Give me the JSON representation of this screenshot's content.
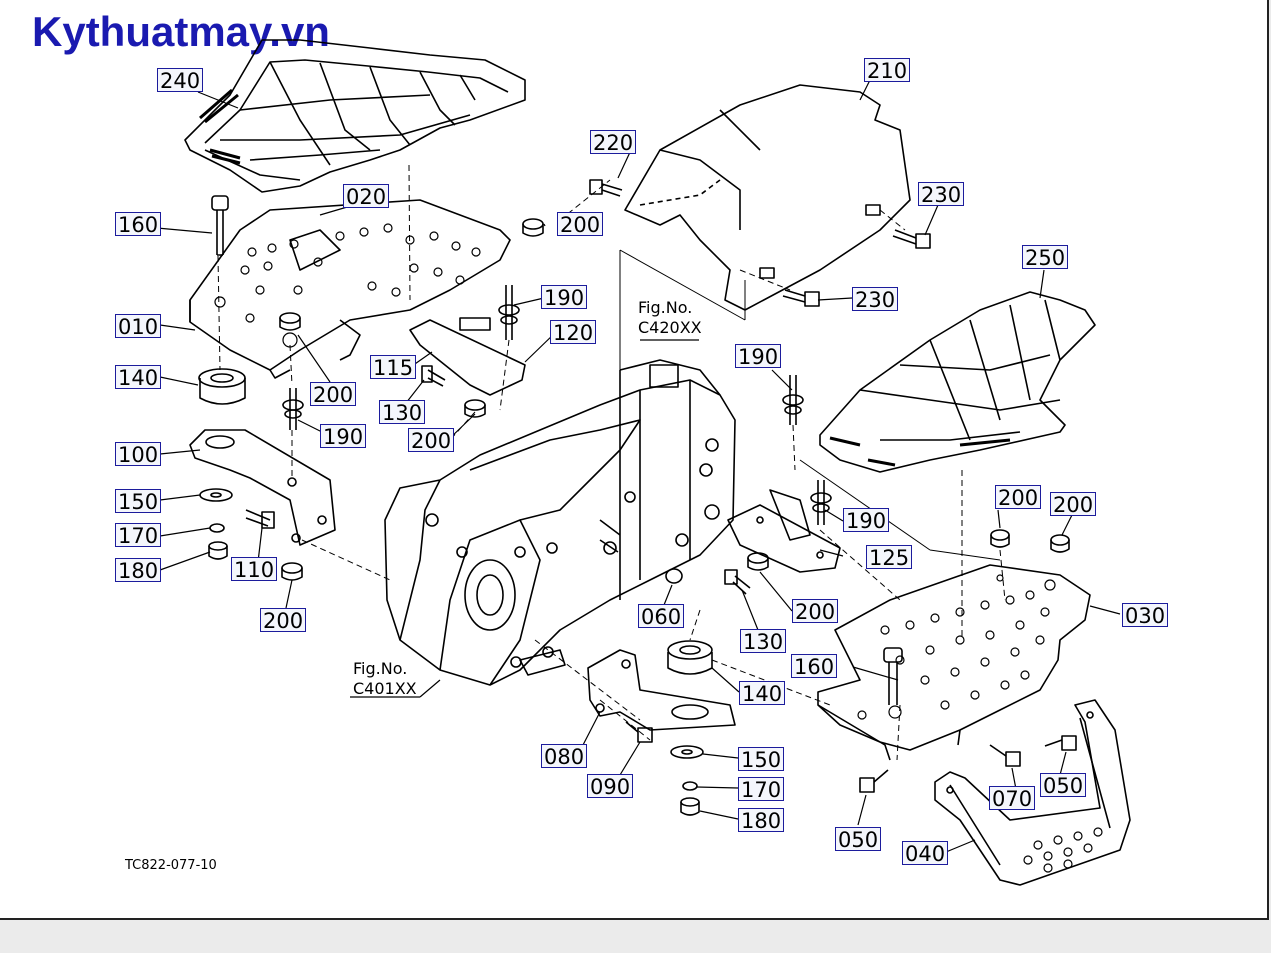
{
  "watermark": "Kythuatmay.vn",
  "drawing_code": "TC822-077-10",
  "figure_refs": {
    "c420": {
      "line1": "Fig.No.",
      "line2": "C420XX"
    },
    "c401": {
      "line1": "Fig.No.",
      "line2": "C401XX"
    }
  },
  "part_labels": {
    "p240": "240",
    "p210": "210",
    "p220": "220",
    "p230a": "230",
    "p230b": "230",
    "p250": "250",
    "p020": "020",
    "p160a": "160",
    "p200a": "200",
    "p190a": "190",
    "p120": "120",
    "p010": "010",
    "p115": "115",
    "p140a": "140",
    "p200b": "200",
    "p130a": "130",
    "p200c": "200",
    "p190b": "190",
    "p100": "100",
    "p150a": "150",
    "p170a": "170",
    "p110": "110",
    "p180a": "180",
    "p200d": "200",
    "p190c": "190",
    "p200e": "200",
    "p200f": "200",
    "p190d": "190",
    "p125": "125",
    "p030": "030",
    "p060": "060",
    "p200g": "200",
    "p130b": "130",
    "p160b": "160",
    "p140b": "140",
    "p080": "080",
    "p150b": "150",
    "p090": "090",
    "p170b": "170",
    "p180b": "180",
    "p070": "070",
    "p050a": "050",
    "p050b": "050",
    "p040": "040"
  }
}
